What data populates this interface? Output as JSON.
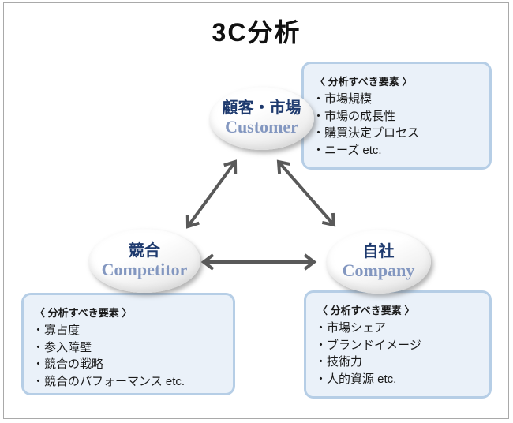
{
  "title": "3C分析",
  "list_bullet": "・",
  "colors": {
    "title_text": "#111111",
    "node_jp_text": "#1e3a6e",
    "node_en_text": "#8397c0",
    "panel_fill": "#eaf1f9",
    "panel_border": "#b6cee6",
    "panel_text": "#1a1a1a",
    "arrow": "#595959",
    "frame_border": "#a9a9a9",
    "node_fill_top": "#ffffff",
    "node_fill_bottom": "#e2e2e2"
  },
  "nodes": [
    {
      "id": "customer",
      "label_jp": "顧客・市場",
      "label_en": "Customer"
    },
    {
      "id": "competitor",
      "label_jp": "競合",
      "label_en": "Competitor"
    },
    {
      "id": "company",
      "label_jp": "自社",
      "label_en": "Company"
    }
  ],
  "panels": [
    {
      "for": "customer",
      "header": "〈 分析すべき要素 〉",
      "items": [
        "市場規模",
        "市場の成長性",
        "購買決定プロセス",
        "ニーズ etc."
      ]
    },
    {
      "for": "competitor",
      "header": "〈 分析すべき要素 〉",
      "items": [
        "寡占度",
        "参入障壁",
        "競合の戦略",
        "競合のパフォーマンス etc."
      ]
    },
    {
      "for": "company",
      "header": "〈 分析すべき要素 〉",
      "items": [
        "市場シェア",
        "ブランドイメージ",
        "技術力",
        "人的資源 etc."
      ]
    }
  ],
  "connections": [
    {
      "from": "customer",
      "to": "competitor",
      "style": "double-arrow"
    },
    {
      "from": "customer",
      "to": "company",
      "style": "double-arrow"
    },
    {
      "from": "competitor",
      "to": "company",
      "style": "double-arrow"
    }
  ]
}
